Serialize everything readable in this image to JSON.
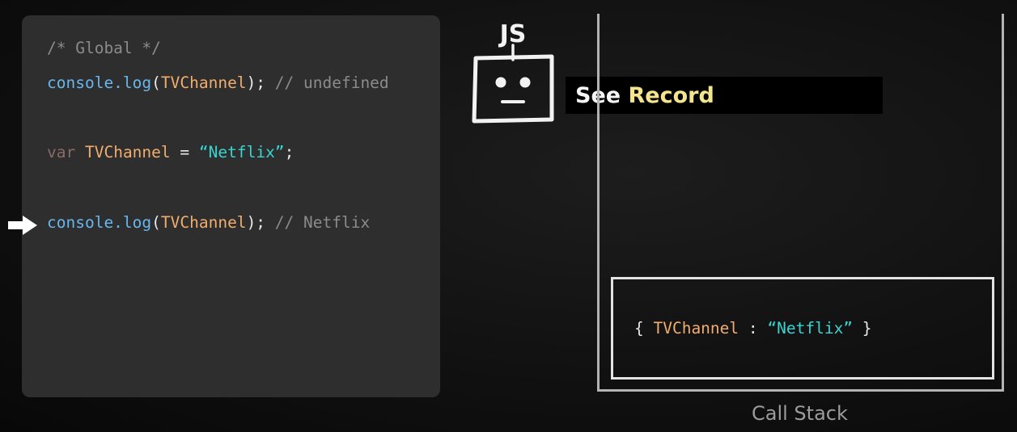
{
  "code": {
    "comment_global": "/* Global */",
    "line1": {
      "fn": "console.log",
      "open": "(",
      "arg": "TVChannel",
      "close": ");",
      "comment": " // undefined"
    },
    "line2": {
      "keyword": "var",
      "name": "TVChannel",
      "equals": " = ",
      "string": "“Netflix”",
      "semicolon": ";"
    },
    "line3": {
      "fn": "console.log",
      "open": "(",
      "arg": "TVChannel",
      "close": ");",
      "comment": " // Netflix"
    }
  },
  "engine": {
    "label": "JS",
    "speech_prefix": "See ",
    "speech_highlight": "Record"
  },
  "call_stack": {
    "label": "Call Stack",
    "frame": {
      "open": "{ ",
      "key": "TVChannel",
      "colon": " : ",
      "value": "“Netflix”",
      "close": " }"
    }
  },
  "colors": {
    "background": "#0c0c0c",
    "code_panel": "#2e2e2e",
    "function": "#67b7ee",
    "identifier": "#f0ad6e",
    "string": "#3ad4d0",
    "comment": "#8b8b8b",
    "keyword": "#8a6a6a",
    "highlight": "#f4e48c"
  },
  "icons": {
    "pointer": "arrow-right-icon",
    "engine": "js-robot-icon"
  }
}
